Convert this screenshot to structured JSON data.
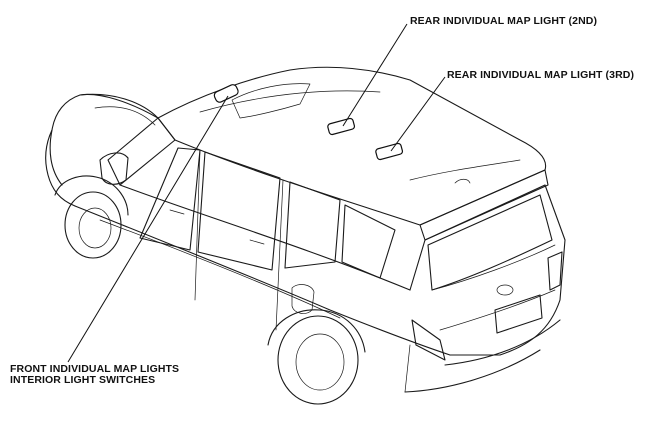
{
  "labels": {
    "rear_map_light_2nd": "REAR INDIVIDUAL MAP LIGHT (2ND)",
    "rear_map_light_3rd": "REAR INDIVIDUAL MAP LIGHT (3RD)",
    "front_map_lights_line1": "FRONT INDIVIDUAL MAP LIGHTS",
    "front_map_lights_line2": "INTERIOR LIGHT SWITCHES"
  },
  "colors": {
    "line": "#1a1a1a",
    "background": "#ffffff"
  }
}
